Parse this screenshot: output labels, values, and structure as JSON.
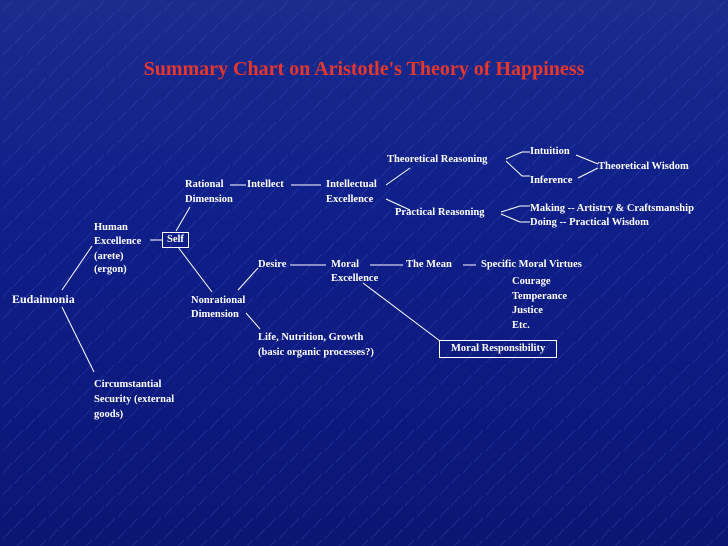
{
  "title": "Summary Chart on Aristotle's Theory of Happiness",
  "nodes": {
    "eudaimonia": "Eudaimonia",
    "human_excellence": [
      "Human",
      "Excellence",
      "(arete)",
      "(ergon)"
    ],
    "self": "Self",
    "circumstantial": [
      "Circumstantial",
      "Security (external",
      "goods)"
    ],
    "rational_dimension": [
      "Rational",
      "Dimension"
    ],
    "intellect": "Intellect",
    "intellectual_excellence": [
      "Intellectual",
      "Excellence"
    ],
    "theoretical_reasoning": "Theoretical Reasoning",
    "practical_reasoning": "Practical Reasoning",
    "intuition": "Intuition",
    "inference": "Inference",
    "theoretical_wisdom": "Theoretical Wisdom",
    "making": "Making -- Artistry & Craftsmanship",
    "doing": "Doing -- Practical Wisdom",
    "nonrational_dimension": [
      "Nonrational",
      "Dimension"
    ],
    "desire": "Desire",
    "moral_excellence": [
      "Moral",
      "Excellence"
    ],
    "the_mean": "The Mean",
    "specific_moral_virtues": "Specific Moral Virtues",
    "virtues": [
      "Courage",
      "Temperance",
      "Justice",
      "Etc."
    ],
    "life_nutrition": [
      "Life, Nutrition, Growth",
      "(basic organic processes?)"
    ],
    "moral_responsibility": "Moral Responsibility"
  },
  "colors": {
    "title": "#e8362b",
    "text": "#ffffff",
    "background": "#12218a",
    "stripes": "#3f56c2"
  }
}
